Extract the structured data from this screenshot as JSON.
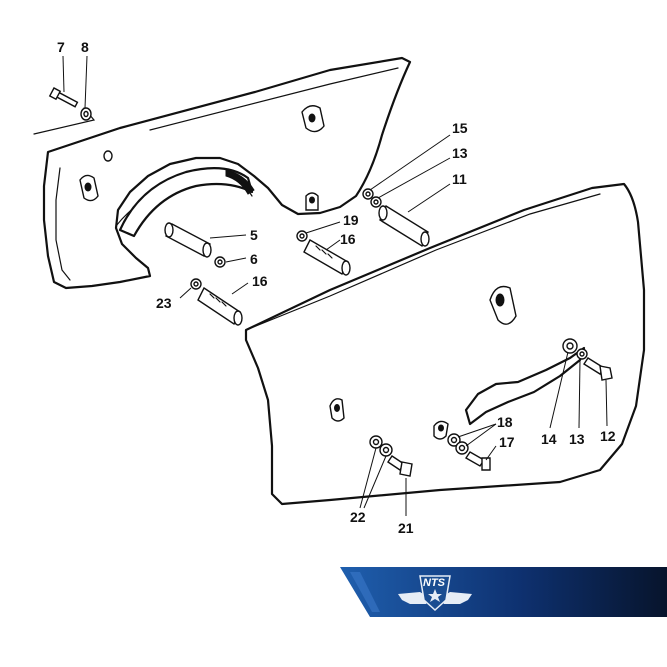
{
  "diagram": {
    "callouts": [
      {
        "id": "c7",
        "text": "7"
      },
      {
        "id": "c8",
        "text": "8"
      },
      {
        "id": "c15",
        "text": "15"
      },
      {
        "id": "c13a",
        "text": "13"
      },
      {
        "id": "c11",
        "text": "11"
      },
      {
        "id": "c5",
        "text": "5"
      },
      {
        "id": "c6",
        "text": "6"
      },
      {
        "id": "c19",
        "text": "19"
      },
      {
        "id": "c16a",
        "text": "16"
      },
      {
        "id": "c16b",
        "text": "16"
      },
      {
        "id": "c23",
        "text": "23"
      },
      {
        "id": "c14",
        "text": "14"
      },
      {
        "id": "c13b",
        "text": "13"
      },
      {
        "id": "c12",
        "text": "12"
      },
      {
        "id": "c18",
        "text": "18"
      },
      {
        "id": "c17",
        "text": "17"
      },
      {
        "id": "c22",
        "text": "22"
      },
      {
        "id": "c21",
        "text": "21"
      }
    ]
  },
  "logo": {
    "text": "NTS",
    "colors": {
      "band_dark": "#0a1d3d",
      "band_light": "#1f5fae",
      "shield": "#1a4d91",
      "wing": "#e6edf6"
    }
  }
}
